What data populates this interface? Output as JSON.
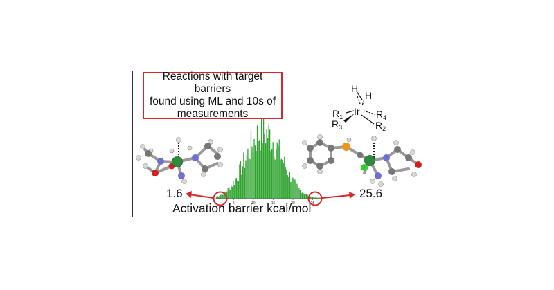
{
  "callout": {
    "line1": "Reactions with target barriers",
    "line2": "found using ML and 10s of",
    "line3": "measurements"
  },
  "labels": {
    "left_value": "1.6",
    "right_value": "25.6",
    "x_axis": "Activation barrier kcal/mol"
  },
  "complex_formula": {
    "metal": "Ir",
    "hydrogen": "H",
    "r1": "R",
    "r1_sub": "1",
    "r2": "R",
    "r2_sub": "2",
    "r3": "R",
    "r3_sub": "3",
    "r4": "R",
    "r4_sub": "4"
  },
  "colors": {
    "histogram_bars": "#2ea32e",
    "highlight": "#d9262c",
    "iridium_atom": "#2e8b3d",
    "nitrogen_atom": "#6f6fd6",
    "oxygen_atom": "#cc2222",
    "phosphorus_atom": "#e8961e",
    "chlorine_atom": "#33cc33"
  },
  "chart_data": {
    "type": "bar",
    "xlabel": "Activation barrier kcal/mol",
    "ticks": [
      5,
      10,
      15,
      20,
      25
    ],
    "xlim": [
      1.6,
      25.6
    ],
    "highlighted_min": 1.6,
    "highlighted_max": 25.6
  }
}
